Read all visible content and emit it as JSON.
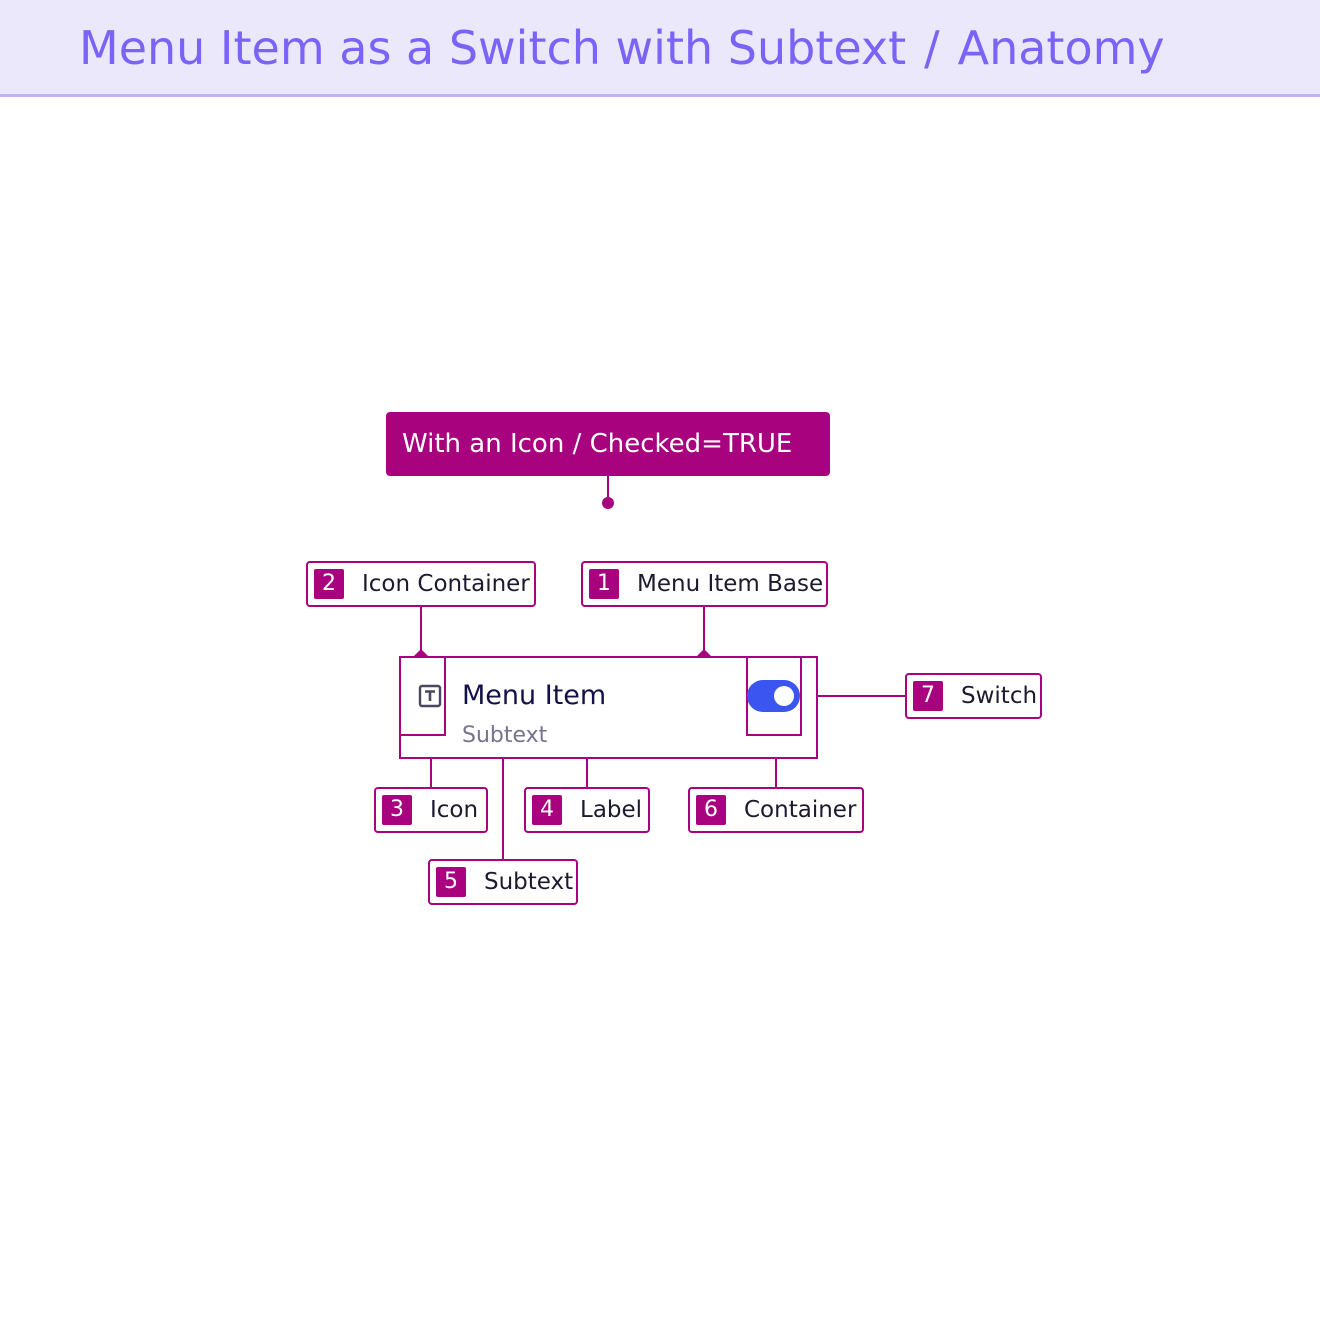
{
  "header": {
    "title": "Menu Item as a Switch with Subtext",
    "separator": "/",
    "section": "Anatomy"
  },
  "variant_label": "With an Icon / Checked=TRUE",
  "menu_item": {
    "label": "Menu Item",
    "subtext": "Subtext",
    "switch_checked": true
  },
  "callouts": [
    {
      "number": "1",
      "text": "Menu Item Base"
    },
    {
      "number": "2",
      "text": "Icon Container"
    },
    {
      "number": "3",
      "text": "Icon"
    },
    {
      "number": "4",
      "text": "Label"
    },
    {
      "number": "5",
      "text": "Subtext"
    },
    {
      "number": "6",
      "text": "Container"
    },
    {
      "number": "7",
      "text": "Switch"
    }
  ],
  "icons": {
    "item_icon": "text-format-icon"
  },
  "colors": {
    "header_bg": "#ebe8fc",
    "header_text": "#7b63f8",
    "annotation": "#a8027f",
    "switch_on": "#3b55f0",
    "label_text": "#14114a",
    "subtext_text": "#76738f"
  }
}
